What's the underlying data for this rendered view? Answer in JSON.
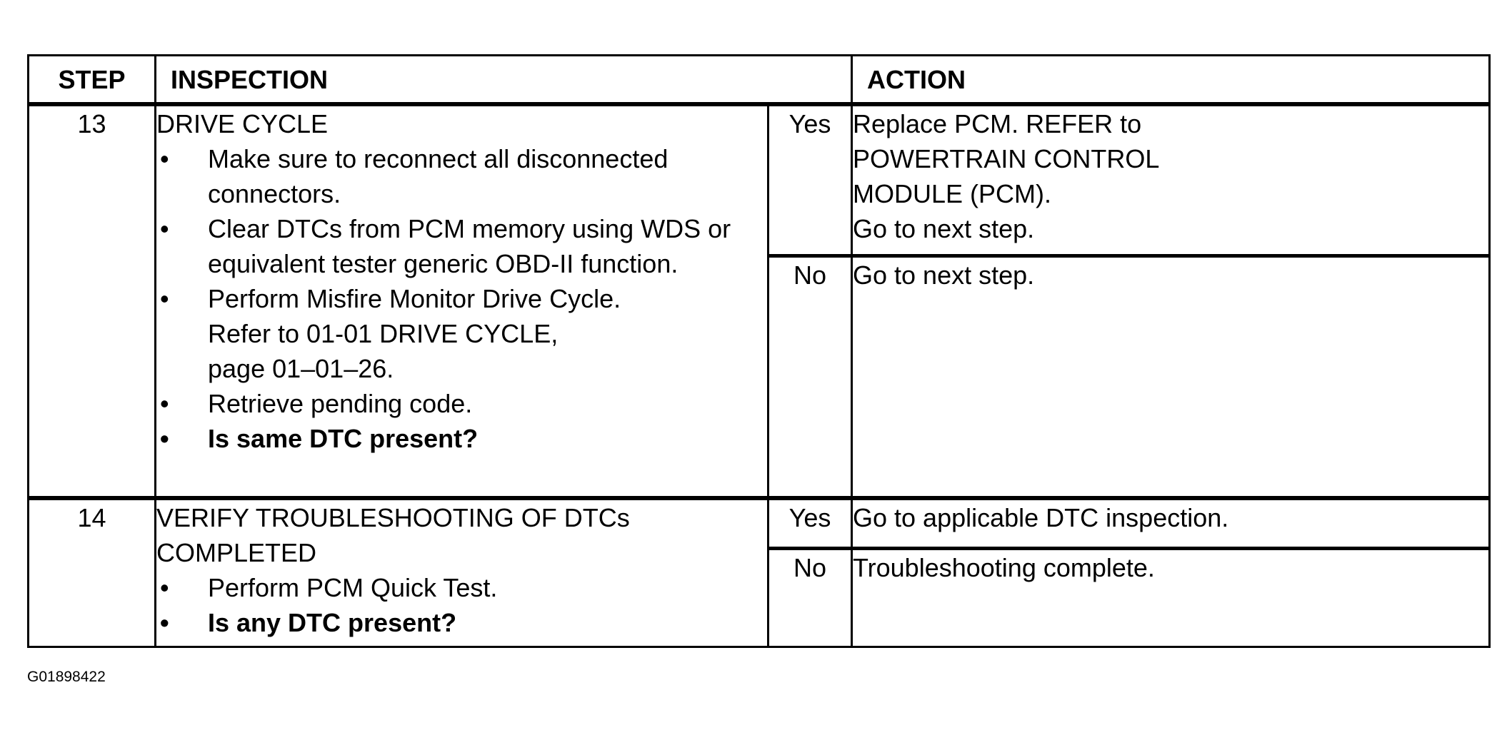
{
  "table": {
    "headers": {
      "step": "STEP",
      "inspection": "INSPECTION",
      "action": "ACTION"
    },
    "steps": [
      {
        "step": "13",
        "title": "DRIVE CYCLE",
        "bullets": [
          {
            "text": "Make sure to reconnect all disconnected connectors.",
            "bold": false
          },
          {
            "text": "Clear DTCs from PCM memory using WDS or equivalent tester generic OBD-II function.",
            "bold": false
          },
          {
            "text": "Perform Misfire Monitor Drive Cycle.",
            "line2": "Refer to 01-01 DRIVE CYCLE,",
            "line3": "page 01–01–26.",
            "bold": false
          },
          {
            "text": "Retrieve pending code.",
            "bold": false
          },
          {
            "text": "Is same DTC present?",
            "bold": true
          }
        ],
        "yes_label": "Yes",
        "yes_action_lines": [
          "Replace PCM. REFER to",
          "POWERTRAIN CONTROL",
          "MODULE (PCM).",
          "Go to next step."
        ],
        "no_label": "No",
        "no_action": "Go to next step."
      },
      {
        "step": "14",
        "title": "VERIFY TROUBLESHOOTING OF DTCs COMPLETED",
        "bullets": [
          {
            "text": "Perform PCM Quick Test.",
            "bold": false
          },
          {
            "text": "Is any DTC present?",
            "bold": true
          }
        ],
        "yes_label": "Yes",
        "yes_action": "Go to applicable DTC inspection.",
        "no_label": "No",
        "no_action": "Troubleshooting complete."
      }
    ]
  },
  "figure_id": "G01898422"
}
